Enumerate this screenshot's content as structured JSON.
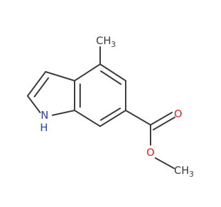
{
  "molecule": {
    "atoms": {
      "methyl_top": {
        "label": "CH",
        "subscript": "3"
      },
      "nh": {
        "label": "N",
        "h_label": "H"
      },
      "carbonyl_o": {
        "label": "O"
      },
      "ester_o": {
        "label": "O"
      },
      "methyl_ester": {
        "label": "CH",
        "subscript": "3"
      }
    }
  },
  "colors": {
    "bond": "#3a3a3a",
    "nitrogen": "#1f3fbf",
    "oxygen": "#e0251b",
    "carbon_text": "#3a3a3a"
  }
}
